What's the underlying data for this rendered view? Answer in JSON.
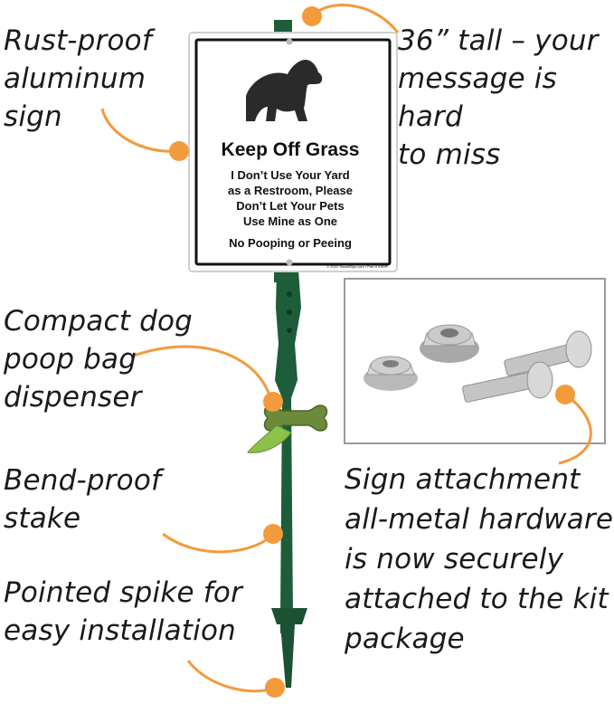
{
  "callouts": {
    "rust_proof": "Rust-proof\naluminum\nsign",
    "tall": "36” tall – your\nmessage is hard\nto miss",
    "dispenser": "Compact dog\npoop bag\ndispenser",
    "stake": "Bend-proof\nstake",
    "spike": "Pointed spike for\neasy installation",
    "hardware": "Sign attachment\nall-metal hardware\nis now securely\nattached to the kit\npackage"
  },
  "sign": {
    "title": "Keep Off Grass",
    "line1": "I Don’t Use Your Yard",
    "line2": "as a Restroom, Please",
    "line3": "Don’t Let Your Pets",
    "line4": "Use Mine as One",
    "footer": "No Pooping or Peeing",
    "fineprint": "© 2022 SmartSign.com • Part # K9DR"
  },
  "colors": {
    "accent": "#f39a3c",
    "stake": "#1e5d3a",
    "dispenser": "#6b8a3a"
  }
}
